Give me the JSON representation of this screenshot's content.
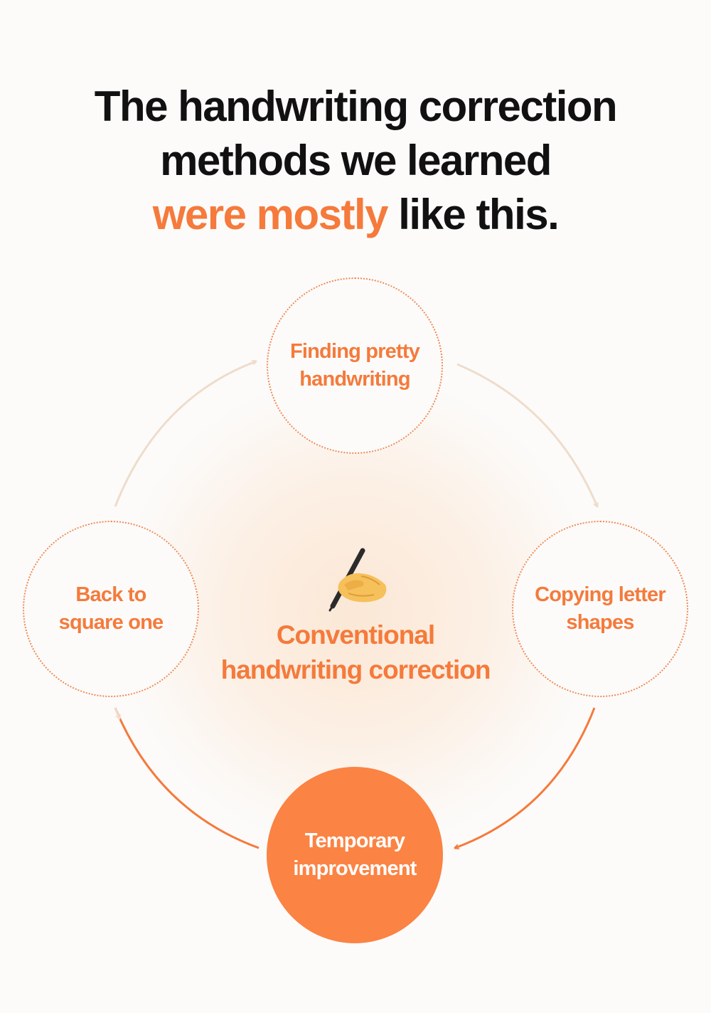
{
  "headline": {
    "line1": "The handwriting correction",
    "line2": "methods we learned",
    "line3_accent": "were mostly",
    "line3_rest": " like this."
  },
  "cycle": {
    "center_icon": "writing-hand-icon",
    "center_title_line1": "Conventional",
    "center_title_line2": "handwriting correction",
    "steps": [
      {
        "line1": "Finding pretty",
        "line2": "handwriting"
      },
      {
        "line1": "Copying letter",
        "line2": "shapes"
      },
      {
        "line1": "Temporary",
        "line2": "improvement"
      },
      {
        "line1": "Back to",
        "line2": "square one"
      }
    ]
  },
  "colors": {
    "accent": "#f57a3b",
    "filled_node": "#fb8343",
    "faint_arrow": "#efdccb",
    "strong_arrow": "#f57a3b",
    "text": "#111111",
    "background": "#fcfbfa"
  }
}
